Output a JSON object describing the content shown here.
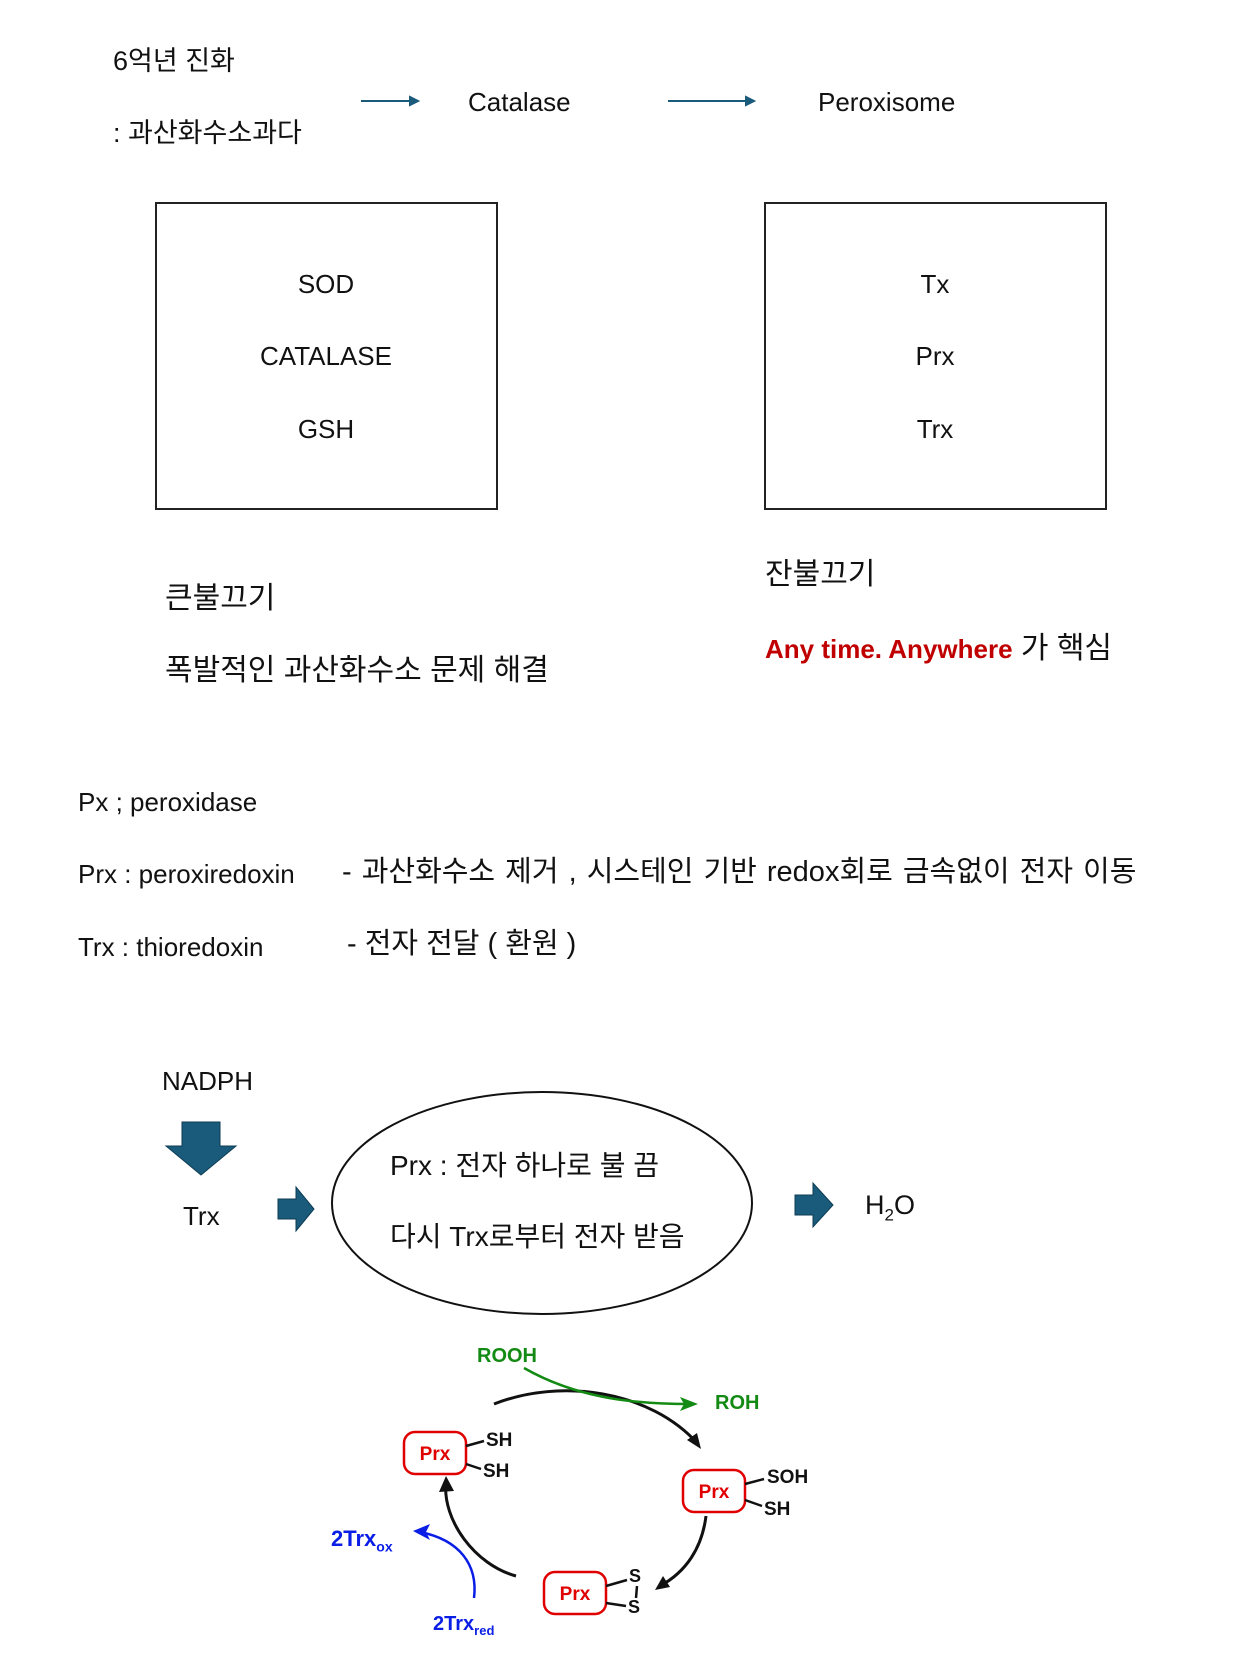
{
  "header": {
    "evolution": "6억년 진화",
    "excess": ": 과산화수소과다",
    "flow": [
      "Catalase",
      "Peroxisome"
    ]
  },
  "left_box": {
    "items": [
      "SOD",
      "CATALASE",
      "GSH"
    ],
    "title": "큰불끄기",
    "description": "폭발적인 과산화수소 문제 해결"
  },
  "right_box": {
    "items": [
      "Tx",
      "Prx",
      "Trx"
    ],
    "title": "잔불끄기",
    "highlight": "Any time. Anywhere",
    "highlight_suffix": " 가 핵심"
  },
  "definitions": [
    {
      "term": "Px",
      "sep": " ; ",
      "meaning": "peroxidase",
      "note": ""
    },
    {
      "term": "Prx",
      "sep": " : ",
      "meaning": "peroxiredoxin",
      "note": "-  과산화수소 제거  ,  시스테인 기반 redox회로   금속없이 전자 이동"
    },
    {
      "term": "Trx",
      "sep": " :  ",
      "meaning": "thioredoxin",
      "note": "-  전자 전달 ( 환원 )"
    }
  ],
  "pathway": {
    "source": "NADPH",
    "carrier": "Trx",
    "ellipse_line1": "Prx : 전자 하나로 불 끔",
    "ellipse_line2": "다시  Trx로부터 전자 받음",
    "product_main": "H",
    "product_sub": "2",
    "product_end": "O"
  },
  "cycle": {
    "substrate": "ROOH",
    "product": "ROH",
    "enzyme": "Prx",
    "reduced_groups": [
      "SH",
      "SH"
    ],
    "oxidized_groups": [
      "SOH",
      "SH"
    ],
    "disulfide_groups": [
      "S",
      "S"
    ],
    "trx_ox": "2Trx",
    "trx_ox_sub": "ox",
    "trx_red": "2Trx",
    "trx_red_sub": "red",
    "colors": {
      "enzyme": "#e00000",
      "substrate": "#138a13",
      "trx": "#0a1ee6",
      "block_arrow": "#1a5a7a"
    }
  }
}
